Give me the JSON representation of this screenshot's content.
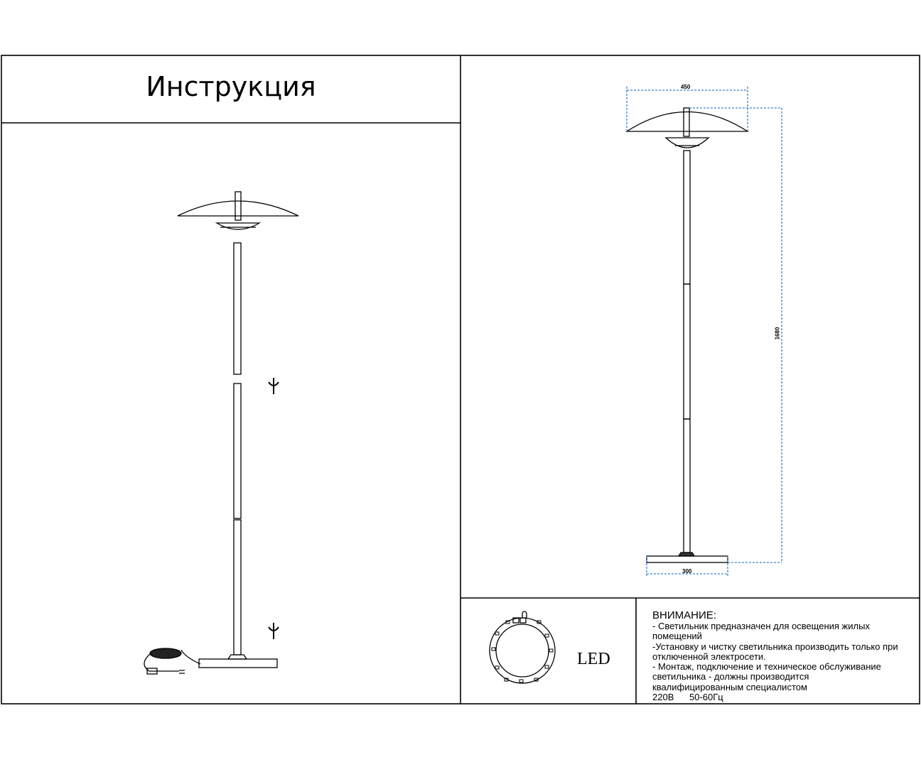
{
  "title": "Инструкция",
  "dimensions": {
    "width_top": "450",
    "height": "1680",
    "width_base": "300"
  },
  "led_label": "LED",
  "warning": {
    "heading": "ВНИМАНИЕ:",
    "lines": [
      "- Светильник предназначен для освещения жилых",
      "помещений",
      "-Установку и чистку светильника производить только при",
      "отключенной электросети.",
      "- Монтаж, подключение и техническое обслуживание",
      "светильника - должны производится",
      "квалифицированным специалистом"
    ],
    "voltage": "220В",
    "frequency": "50-60Гц"
  },
  "colors": {
    "dimension_line": "#3a7fd0",
    "ink": "#000000"
  }
}
